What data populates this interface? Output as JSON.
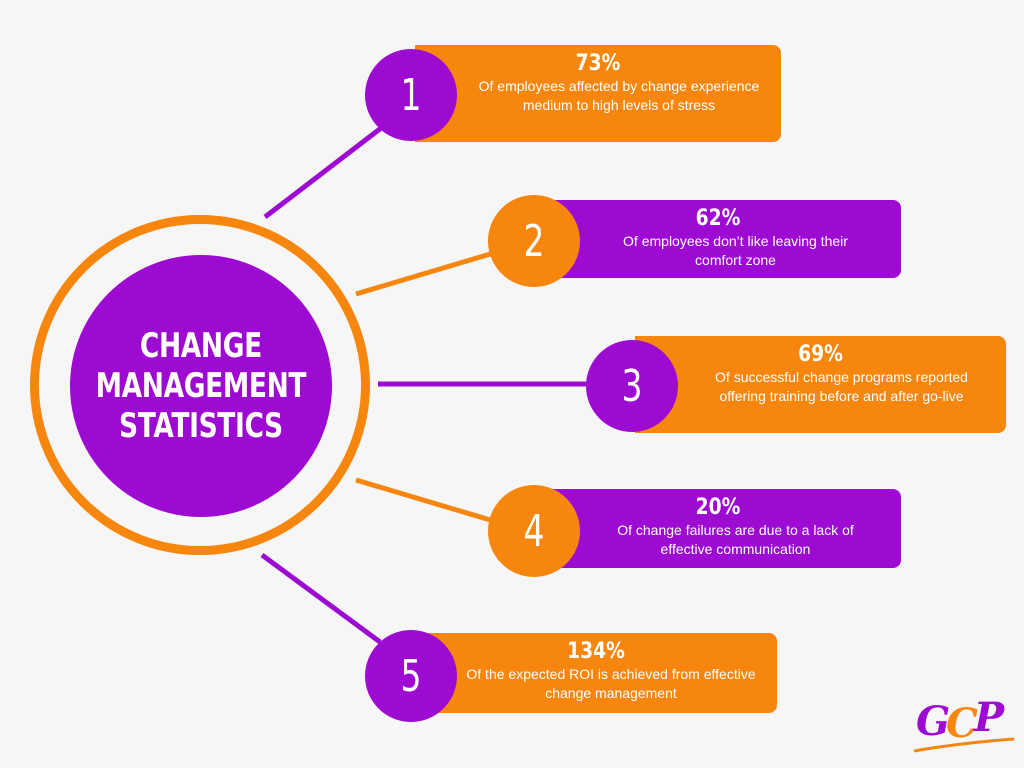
{
  "title": "CHANGE\nMANAGEMENT\nSTATISTICS",
  "colors": {
    "orange": "#f7860e",
    "purple": "#9d0ad1",
    "background": "#f6f6f6"
  },
  "items": [
    {
      "number": "1",
      "percent": "73%",
      "text": "Of employees affected by change experience medium to high levels of stress"
    },
    {
      "number": "2",
      "percent": "62%",
      "text": "Of employees don’t like leaving their comfort zone"
    },
    {
      "number": "3",
      "percent": "69%",
      "text": "Of successful change programs reported offering training before and after go-live"
    },
    {
      "number": "4",
      "percent": "20%",
      "text": "Of change failures are due to a lack of effective communication"
    },
    {
      "number": "5",
      "percent": "134%",
      "text": "Of the expected ROI is achieved from effective change management"
    }
  ],
  "logo": {
    "text": "GCP"
  }
}
